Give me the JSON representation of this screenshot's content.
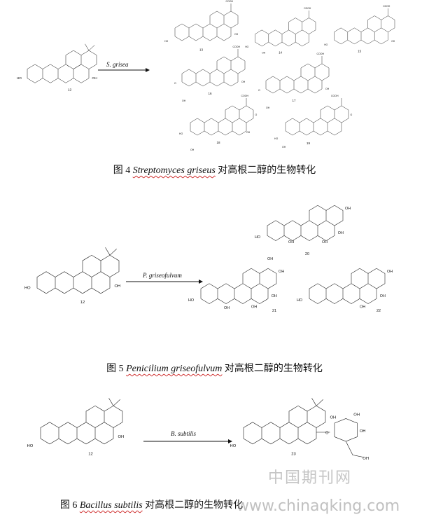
{
  "figures": [
    {
      "id": "fig4",
      "caption_prefix": "图 4 ",
      "caption_species": "Streptomyces griseus",
      "caption_suffix": "  对高根二醇的生物转化",
      "arrow_label": "S. grisea",
      "substrate_number": "12",
      "product_numbers": [
        "13",
        "14",
        "15",
        "16",
        "17",
        "18",
        "19"
      ]
    },
    {
      "id": "fig5",
      "caption_prefix": "图 5 ",
      "caption_species": "Penicilium griseofulvum",
      "caption_suffix": "  对高根二醇的生物转化",
      "arrow_label": "P. griseofulvum",
      "substrate_number": "12",
      "product_numbers": [
        "20",
        "21",
        "22"
      ]
    },
    {
      "id": "fig6",
      "caption_prefix": "图 6 ",
      "caption_species": "Bacillus subtilis",
      "caption_suffix": "  对高根二醇的生物转化",
      "arrow_label": "B. subtilis",
      "substrate_number": "12",
      "product_numbers": [
        "23"
      ]
    }
  ],
  "groups": {
    "oh": "OH",
    "ho": "HO",
    "cooh": "COOH",
    "o": "O"
  },
  "watermark": {
    "chinese": "中国期刊网",
    "url": "www.chinaqking.com"
  }
}
